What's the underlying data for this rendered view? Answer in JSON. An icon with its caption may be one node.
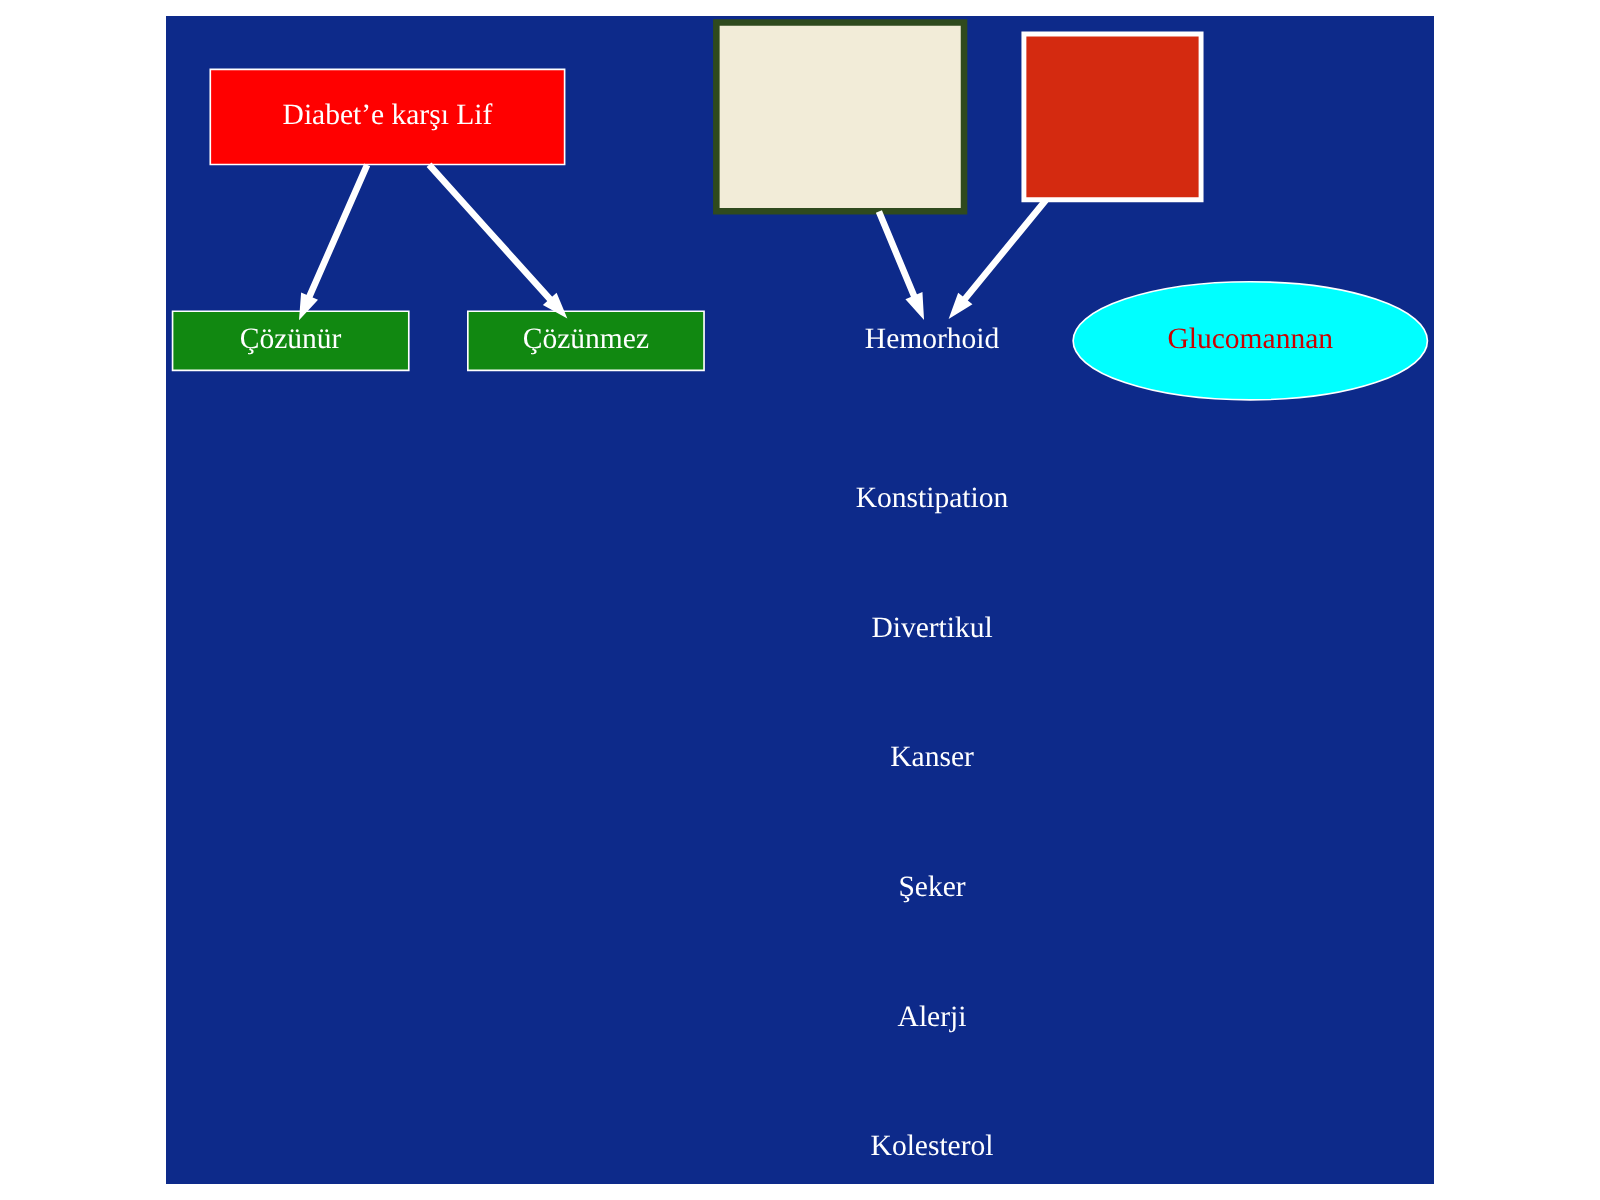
{
  "diagram": {
    "nodes": [
      {
        "text": [
          "Diabet’e karşı Lif"
        ]
      },
      {
        "text": [
          "Çözünür"
        ]
      },
      {
        "text": [
          "Çözünmez"
        ]
      },
      {
        "text": [],
        "shape": "box"
      },
      {
        "text": [],
        "shape": "box"
      },
      {
        "text": [
          "Hemorhoid"
        ]
      },
      {
        "text": [
          "Glucomannan"
        ]
      }
    ],
    "edges": [
      {
        "from": 0,
        "to": 1,
        "arrow": "to"
      },
      {
        "from": 0,
        "to": 2,
        "arrow": "to"
      },
      {
        "from": 4,
        "to": 5,
        "arrow": "to"
      },
      {
        "from": 3,
        "to": 5,
        "arrow": "to"
      }
    ],
    "labels": [
      "Konstipation",
      "Divertikul",
      "Kanser",
      "Şeker",
      "Alerji",
      "Kolesterol"
    ]
  }
}
